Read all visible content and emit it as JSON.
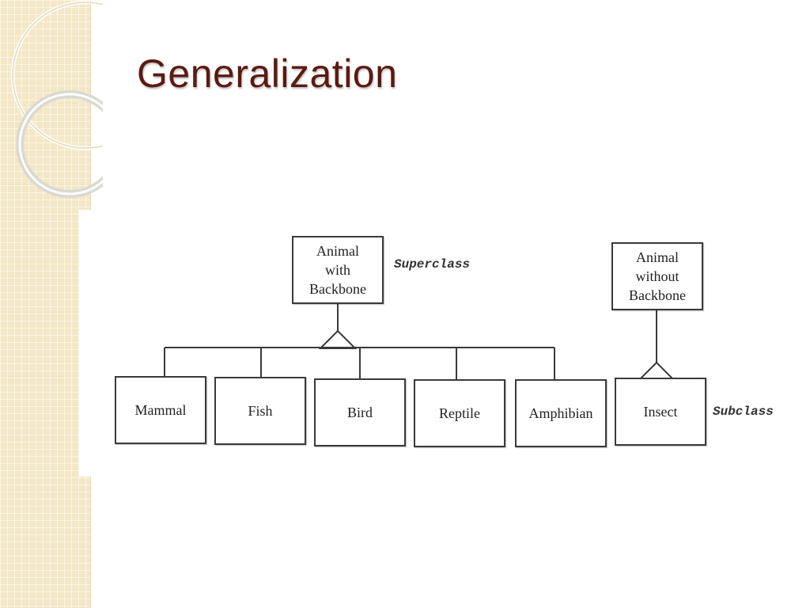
{
  "slide": {
    "title": "Generalization"
  },
  "diagram": {
    "superclasses": [
      {
        "lines": [
          "Animal",
          "with",
          "Backbone"
        ]
      },
      {
        "lines": [
          "Animal",
          "without",
          "Backbone"
        ]
      }
    ],
    "subclasses": [
      "Mammal",
      "Fish",
      "Bird",
      "Reptile",
      "Amphibian",
      "Insect"
    ],
    "labels": {
      "superclass": "Superclass",
      "subclass": "Subclass"
    }
  },
  "colors": {
    "title": "#5a1a12",
    "sidebar": "#f3e7c6",
    "line": "#3a3a3a"
  }
}
